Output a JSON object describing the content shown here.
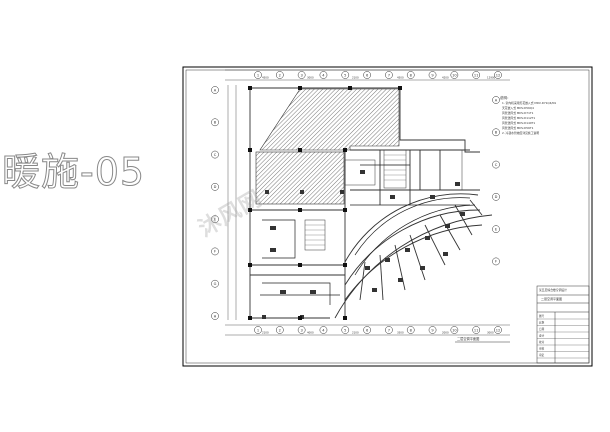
{
  "sheet_label": "暖施-05",
  "watermark": "沐风网",
  "title_block": {
    "drawing_title": "二层空调平面图",
    "project": "某五层综合楼空调设计",
    "rows": [
      "图号",
      "比例",
      "日期",
      "设计",
      "校对",
      "审核",
      "审定"
    ]
  },
  "notes": {
    "heading": "说明：",
    "items": [
      "1. 室内机采用天花嵌入式 MDV-D71Q4/N1",
      "   天花嵌入式 MDV-D56Q4",
      "   风管送风式 MDV-D71T1",
      "   风管送风式 MDV-D112T1",
      "   风管送风式 MDV-D140T1",
      "   风管送风式 MDV-D56T1",
      "2. 冷凝水管坡度详见施工说明"
    ]
  },
  "axis_top": [
    "1",
    "2",
    "3",
    "4",
    "5",
    "6",
    "7",
    "8",
    "9",
    "10",
    "11",
    "12"
  ],
  "axis_left": [
    "A",
    "B",
    "C",
    "D",
    "E",
    "F",
    "G",
    "H"
  ],
  "dims_top": [
    "4500",
    "3000",
    "2100",
    "4500",
    "4200",
    "12900"
  ],
  "dims_bottom": [
    "2100",
    "4000",
    "2100",
    "3500",
    "2000",
    "3000"
  ],
  "colors": {
    "line": "#333333",
    "hatch": "#555555",
    "frame": "#000000"
  }
}
